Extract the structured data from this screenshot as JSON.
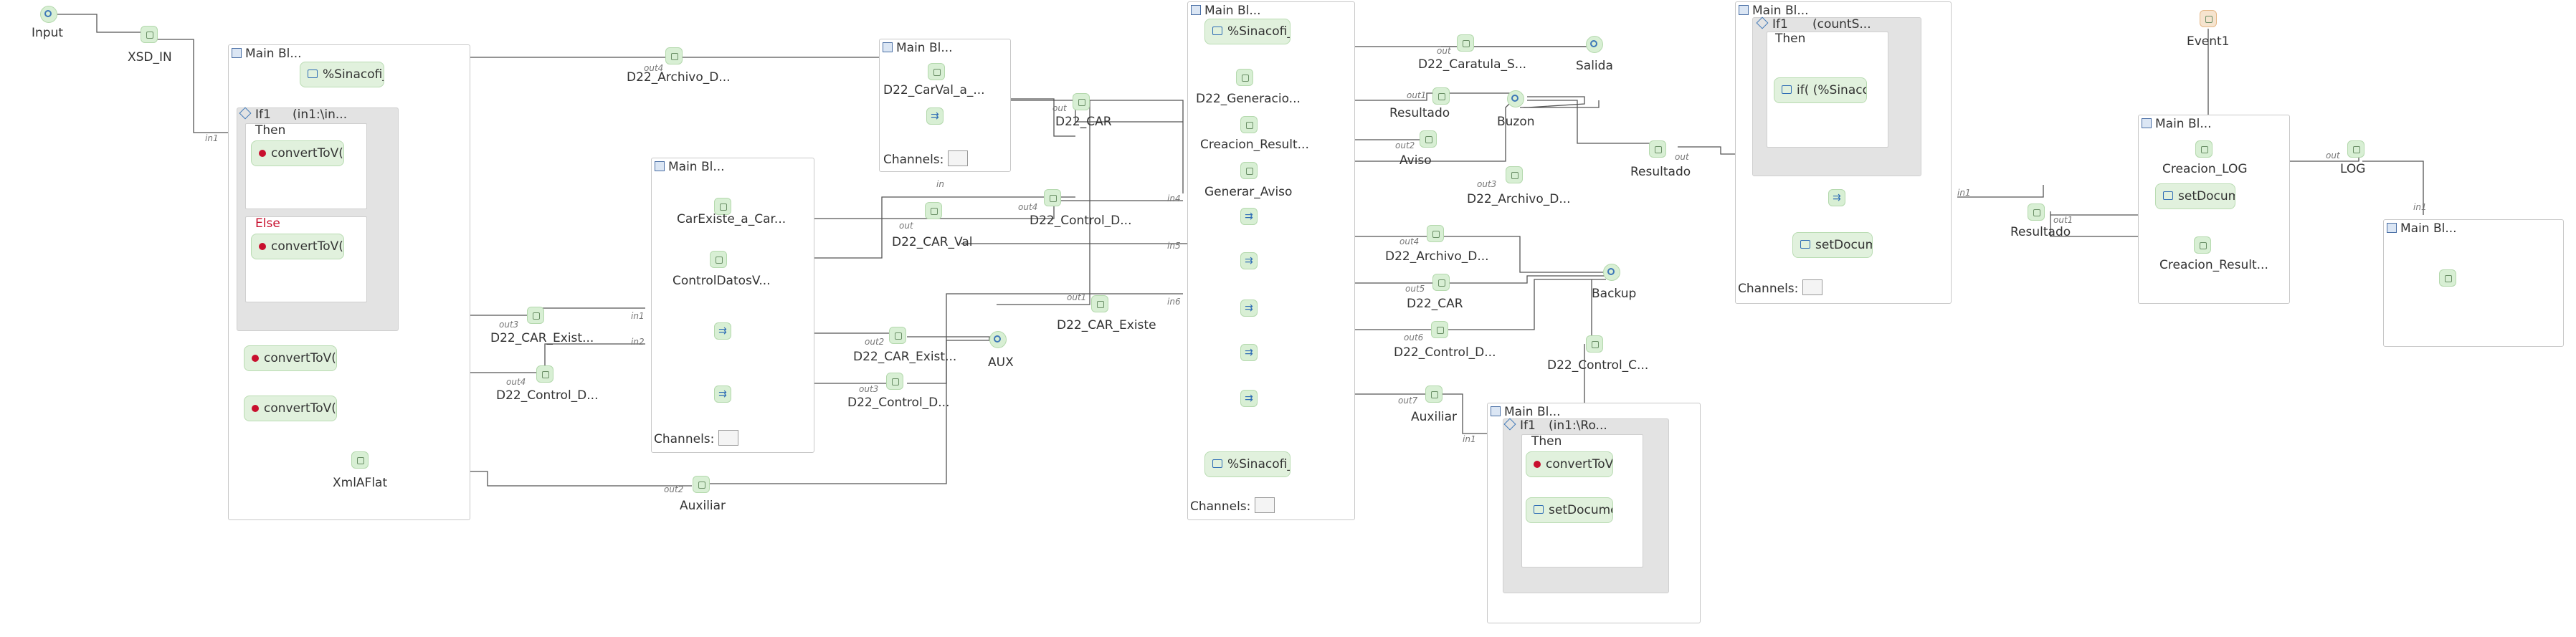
{
  "start": {
    "input": "Input",
    "xsd": "XSD_IN",
    "in1": "in1"
  },
  "block1": {
    "title": "Main Bl...",
    "sinacofi": "%Sinacofi_D",
    "if_label": "If1",
    "if_cond": "(in1:\\in...",
    "then": "Then",
    "else": "Else",
    "convert_then": "convertToV(",
    "convert_else": "convertToV(",
    "convert3": "convertToV(",
    "convert4": "convertToV(",
    "xmlaflat": "XmlAFlat"
  },
  "mid_outputs": {
    "archivo": "D22_Archivo_D...",
    "out_archivo": "out4",
    "car_exist": "D22_CAR_Exist...",
    "out_car_exist": "out3",
    "control": "D22_Control_D...",
    "out_control": "out4",
    "auxiliar": "Auxiliar",
    "out_aux": "out2"
  },
  "block2": {
    "title": "Main Bl...",
    "carexiste": "CarExiste_a_Car...",
    "controldatos": "ControlDatosV...",
    "channels": "Channels:",
    "car_exist": "D22_CAR_Exist...",
    "control": "D22_Control_D...",
    "out2": "out2",
    "out3": "out3",
    "aux": "AUX",
    "in1": "in1",
    "in2": "in2"
  },
  "block3": {
    "title": "Main Bl...",
    "carval_a": "D22_CarVal_a_...",
    "channels": "Channels:",
    "car": "D22_CAR",
    "carval": "D22_CAR_Val",
    "control": "D22_Control_D...",
    "existe": "D22_CAR_Existe",
    "out": "out",
    "out4": "out4",
    "out1": "out1",
    "in": "in",
    "in4": "in4",
    "in5": "in5",
    "in6": "in6"
  },
  "block4": {
    "title": "Main Bl...",
    "sinacofi_top": "%Sinacofi_D",
    "generacion": "D22_Generacio...",
    "creacion": "Creacion_Result...",
    "generar_aviso": "Generar_Aviso",
    "sinacofi_bottom": "%Sinacofi_D",
    "channels": "Channels:"
  },
  "block4_outputs": {
    "caratula": "D22_Caratula_S...",
    "salida": "Salida",
    "resultado": "Resultado",
    "buzon": "Buzon",
    "aviso": "Aviso",
    "archivo1": "D22_Archivo_D...",
    "archivo2": "D22_Archivo_D...",
    "car": "D22_CAR",
    "control": "D22_Control_D...",
    "backup": "Backup",
    "control_c": "D22_Control_C...",
    "auxiliar": "Auxiliar",
    "out": "out",
    "out1": "out1",
    "out2": "out2",
    "out3": "out3",
    "out4": "out4",
    "out5": "out5",
    "out6": "out6",
    "out7": "out7",
    "in1": "in1"
  },
  "block5": {
    "title": "Main Bl...",
    "if_label": "If1",
    "if_cond": "(in1:\\Ro...",
    "then": "Then",
    "convert": "convertToV(",
    "setdoc": "setDocume"
  },
  "block6": {
    "title": "Main Bl...",
    "if_label": "If1",
    "if_cond": "(countS...",
    "then": "Then",
    "if_sinaco": "if( (%Sinaco",
    "setdoc": "setDocume",
    "channels": "Channels:",
    "resultado": "Resultado",
    "out": "out"
  },
  "block7": {
    "resultado": "Resultado",
    "in1": "in1",
    "out1": "out1",
    "title": "Main Bl...",
    "creacion_log": "Creacion_LOG",
    "setdoc": "setDocume",
    "creacion_result": "Creacion_Result...",
    "event": "Event1",
    "log": "LOG",
    "out": "out",
    "in1b": "in1"
  },
  "block8": {
    "title": "Main Bl..."
  }
}
